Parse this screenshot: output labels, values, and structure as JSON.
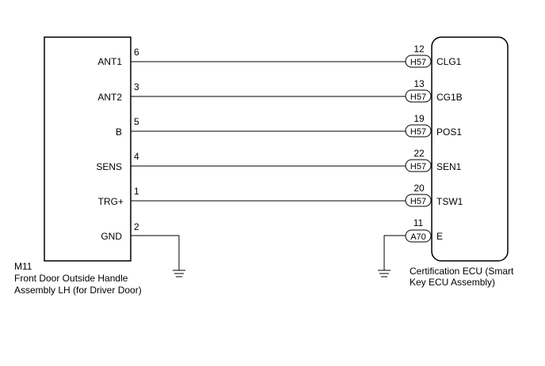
{
  "left_component": {
    "code": "M11",
    "name_line1": "Front Door Outside Handle",
    "name_line2": "Assembly LH (for Driver Door)"
  },
  "right_component": {
    "name_line1": "Certification ECU (Smart",
    "name_line2": "Key ECU Assembly)"
  },
  "wires": [
    {
      "left_label": "ANT1",
      "left_pin": "6",
      "right_pin": "12",
      "connector": "H57",
      "right_label": "CLG1"
    },
    {
      "left_label": "ANT2",
      "left_pin": "3",
      "right_pin": "13",
      "connector": "H57",
      "right_label": "CG1B"
    },
    {
      "left_label": "B",
      "left_pin": "5",
      "right_pin": "19",
      "connector": "H57",
      "right_label": "POS1"
    },
    {
      "left_label": "SENS",
      "left_pin": "4",
      "right_pin": "22",
      "connector": "H57",
      "right_label": "SEN1"
    },
    {
      "left_label": "TRG+",
      "left_pin": "1",
      "right_pin": "20",
      "connector": "H57",
      "right_label": "TSW1"
    }
  ],
  "grounds": {
    "left": {
      "label": "GND",
      "pin": "2"
    },
    "right": {
      "label": "E",
      "pin": "11",
      "connector": "A70"
    }
  }
}
